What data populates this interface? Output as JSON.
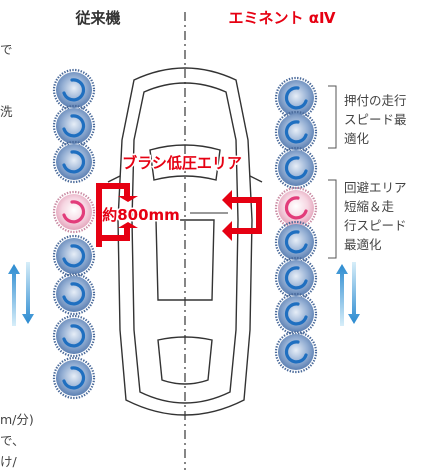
{
  "header": {
    "left_title": "従来機",
    "right_title": "エミネント αⅣ"
  },
  "labels": {
    "brush_zone": "ブラシ低圧エリア",
    "distance": "約800mm"
  },
  "annotations": {
    "top": [
      "押付の走行",
      "スピード最",
      "適化"
    ],
    "middle": [
      "回避エリア",
      "短縮＆走",
      "行スピード",
      "最適化"
    ]
  },
  "cropped_text": {
    "edge_top": [
      "で",
      "洗"
    ],
    "edge_bottom": [
      "m/分)",
      "で、",
      "け/"
    ]
  },
  "colors": {
    "brand_red": "#e60012",
    "brush_blue": "#5b7fb2",
    "brush_pink": "#f0b9cc",
    "arrow_blue": "#2a8ad0"
  },
  "icons": [
    "brush-icon",
    "rotation-arrow-icon",
    "inward-arrow-icon",
    "up-down-arrow-icon",
    "car-outline-icon"
  ]
}
